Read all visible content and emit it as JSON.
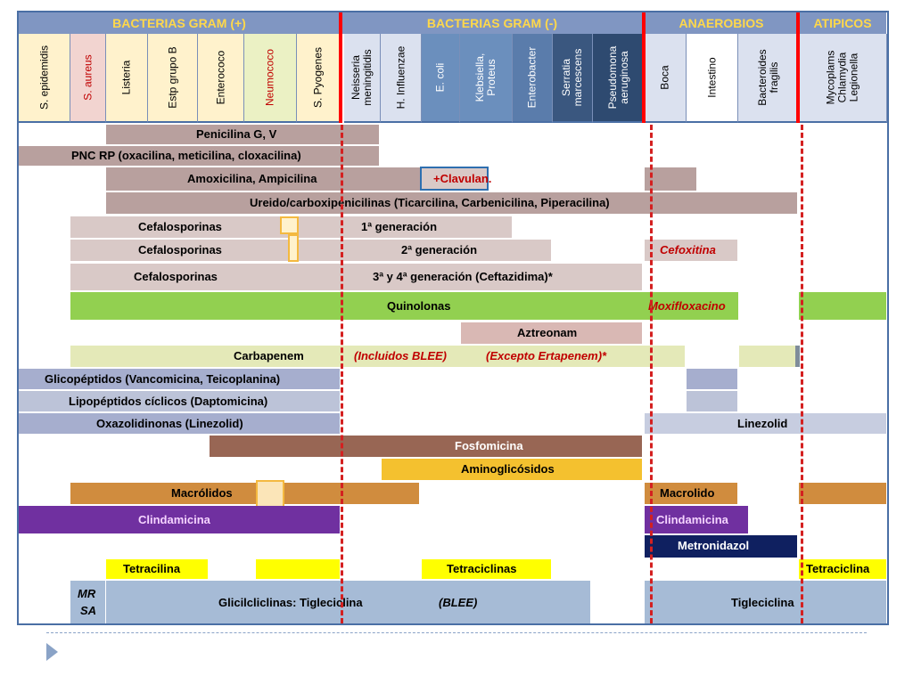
{
  "groups": {
    "gram_pos": "BACTERIAS GRAM (+)",
    "gram_neg": "BACTERIAS GRAM (-)",
    "anaerobios": "ANAEROBIOS",
    "atipicos": "ATIPICOS"
  },
  "columns": {
    "c1": "S. epidemidis",
    "c2": "S. aureus",
    "c3": "Listeria",
    "c4": "Estp grupo B",
    "c5": "Enterococo",
    "c6": "Neumococo",
    "c7": "S. Pyogenes",
    "c8": "Neisseria meningitidis",
    "c9": "H. Influenzae",
    "c10": "E. coli",
    "c11": "Klebsiella, Proteus",
    "c12": "Enterobacter",
    "c13": "Serratia marcescens",
    "c14": "Pseudomona aeruginosa",
    "c15": "Boca",
    "c16": "Intestino",
    "c17": "Bacteroides fragilis",
    "c18": "Mycoplams Chlamydia Legionella"
  },
  "rows": {
    "penicilina": "Penicilina G, V",
    "pnc_rp": "PNC RP (oxacilina, meticilina, cloxacilina)",
    "amoxicilina": "Amoxicilina, Ampicilina",
    "clavulan": "+Clavulan.",
    "ureido": "Ureido/carboxipenicilinas (Ticarcilina, Carbenicilina, Piperacilina)",
    "cefalo": "Cefalosporinas",
    "gen1": "1ª generación",
    "gen2": "2ª generación",
    "cefoxitina": "Cefoxitina",
    "gen3": "3ª y 4ª generación (Ceftazidima)*",
    "quinolonas": "Quinolonas",
    "moxi": "Moxifloxacino",
    "aztreonam": "Aztreonam",
    "carbapenem": "Carbapenem",
    "incl_blee": "(Incluidos BLEE)",
    "excepto": "(Excepto Ertapenem)*",
    "glico": "Glicopéptidos (Vancomicina, Teicoplanina)",
    "lipo": "Lipopéptidos cíclicos (Daptomicina)",
    "oxazo": "Oxazolidinonas (Linezolid)",
    "linezolid": "Linezolid",
    "fosfo": "Fosfomicina",
    "amino": "Aminoglicósidos",
    "macrolidos": "Macrólidos",
    "macrolido": "Macrolido",
    "clinda": "Clindamicina",
    "metro": "Metronidazol",
    "tetracilina": "Tetracilina",
    "tetraciclinas": "Tetraciclinas",
    "tetraciclina": "Tetraciclina",
    "mrsa1": "MR",
    "mrsa2": "SA",
    "glicil": "Glicilcliclinas:   Tigleciclina",
    "blee": "(BLEE)",
    "tigle": "Tigleciclina"
  },
  "colors": {
    "header_group": "#8096c2",
    "header_text": "#ffd84a",
    "penicillin": "#b8a09e",
    "cefalo": "#d9c9c7",
    "quinolonas": "#92d050",
    "carbapenem": "#e4e9b8",
    "glico": "#a6aece",
    "fosfo": "#986654",
    "amino": "#f4c12f",
    "macrolidos": "#d08c3e",
    "clinda": "#7030a0",
    "metro": "#0f2060",
    "tetra": "#ffff00",
    "glicil": "#a6bbd6",
    "red_line": "#ff0000"
  }
}
